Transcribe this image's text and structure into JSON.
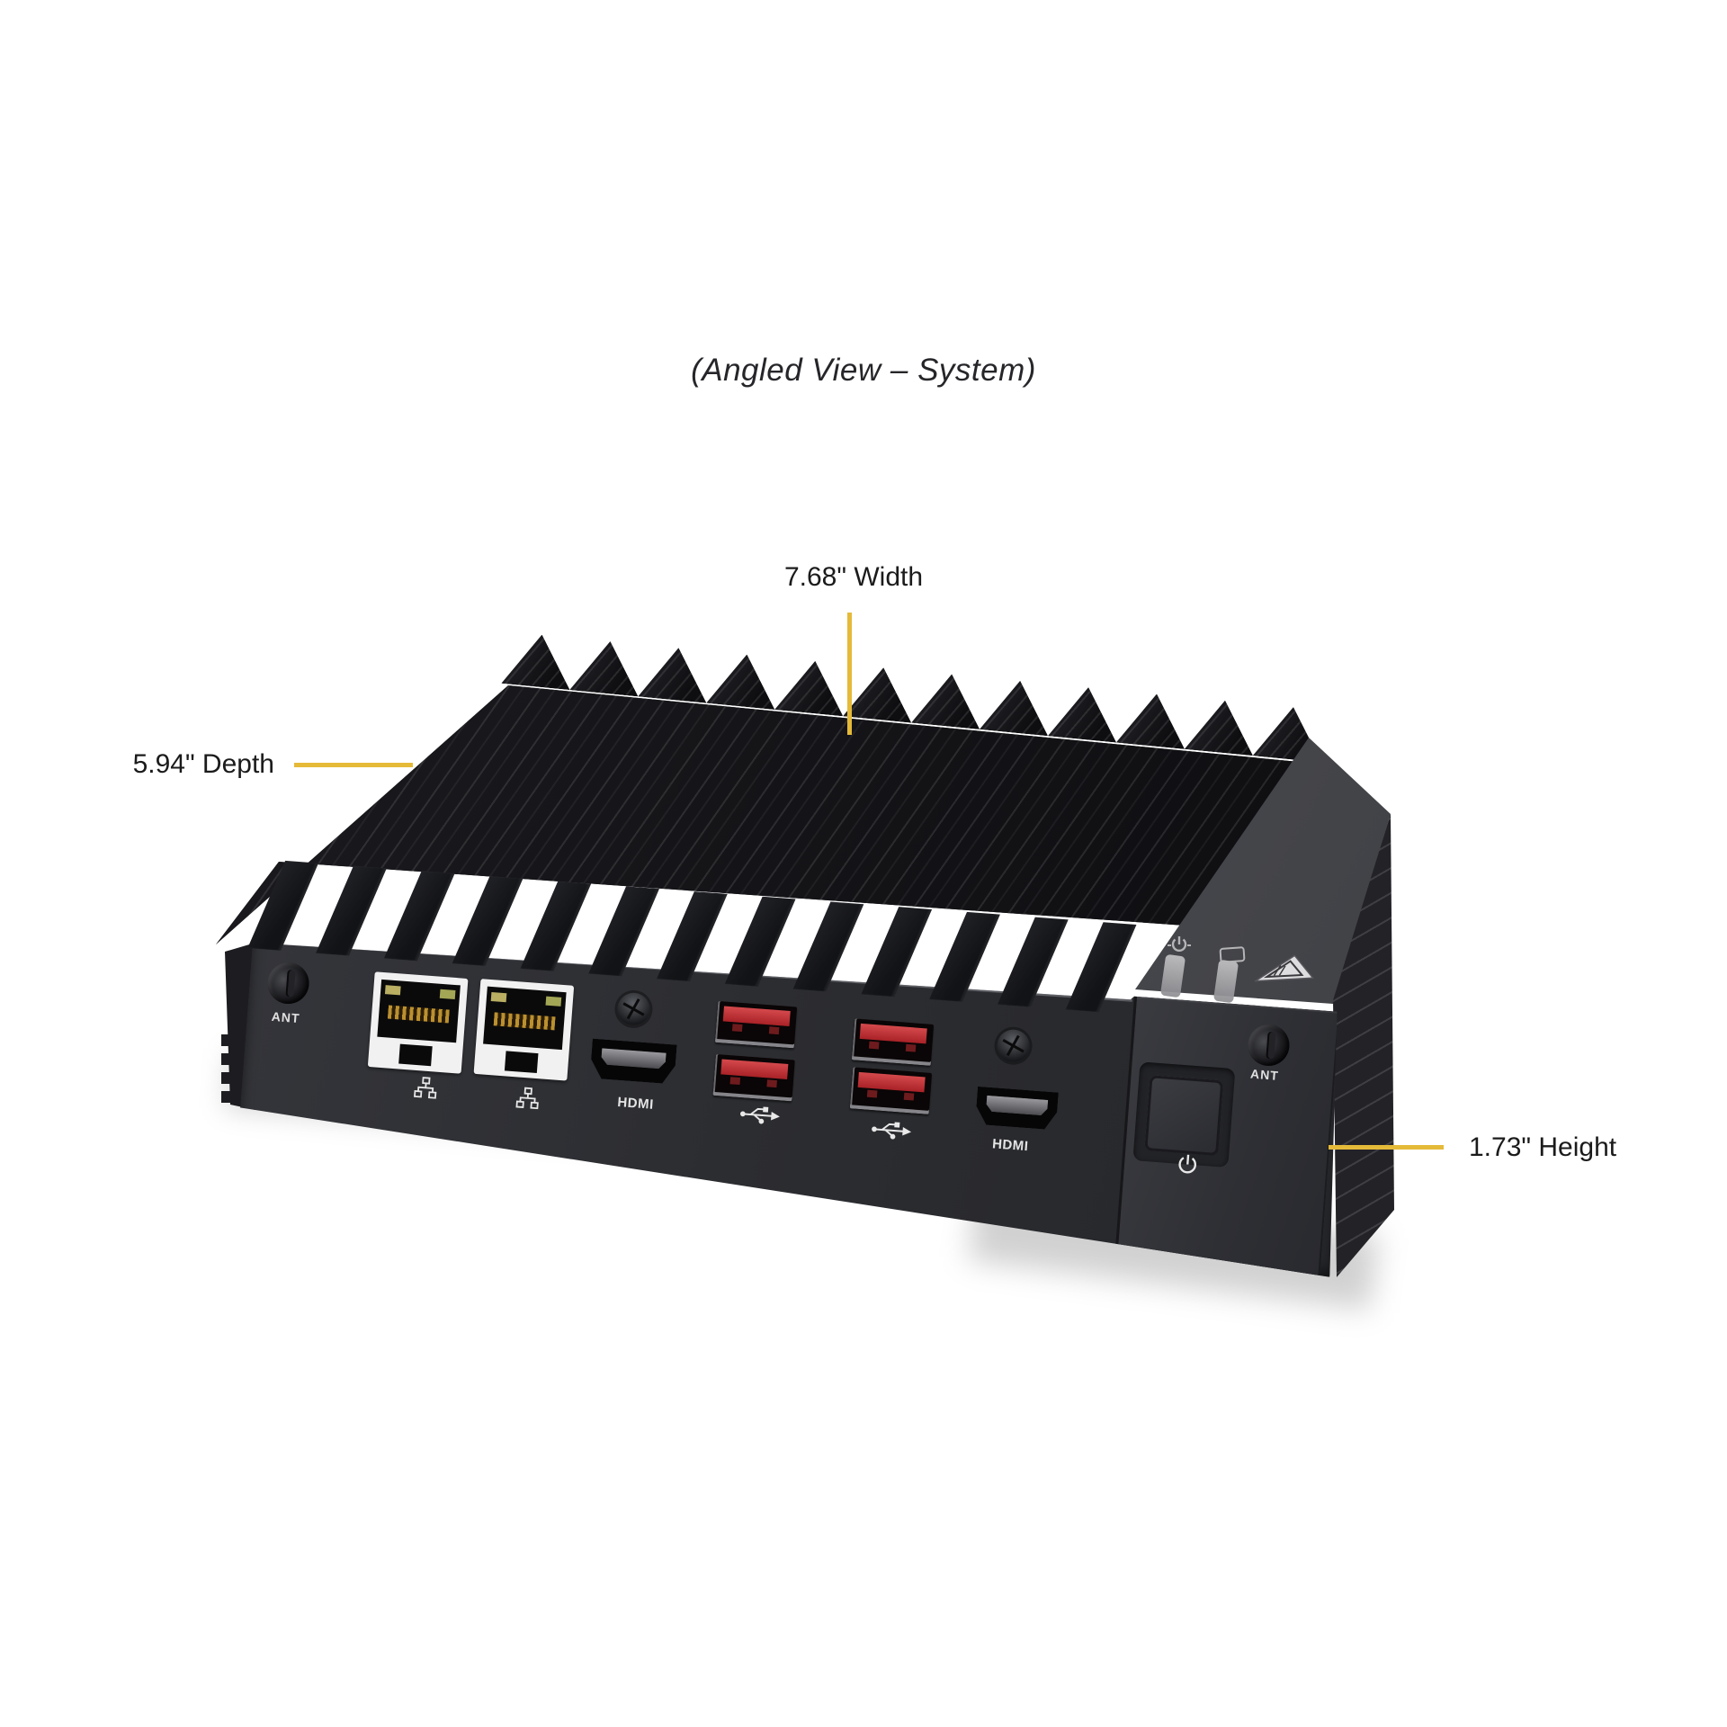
{
  "title": "(Angled View – System)",
  "callouts": {
    "width_label": "7.68\" Width",
    "depth_label": "5.94\" Depth",
    "height_label": "1.73\" Height",
    "line_color": "#e5ba39"
  },
  "device": {
    "front_panel": {
      "ant_left_label": "ANT",
      "ant_right_label": "ANT",
      "hdmi_left_label": "HDMI",
      "hdmi_right_label": "HDMI",
      "lan_port_count": 2,
      "usb_port_count": 4
    },
    "colors": {
      "heatsink": "#141418",
      "front_panel": "#2e2f33",
      "chassis_top": "#46474b",
      "usb_port_red": "#bf2e33",
      "rj45_bezel": "#f1f1f2",
      "background": "#ffffff"
    },
    "icons": {
      "lan-icon": "network-nodes",
      "usb-icon": "usb-trident",
      "power-button-icon": "power-symbol",
      "power-indicator-icon": "power-symbol",
      "storage-indicator-icon": "drive-outline",
      "warning-triangle-icon": "metallic-triangle",
      "antenna-connector": "circular-socket",
      "screw": "phillips-screw"
    }
  }
}
